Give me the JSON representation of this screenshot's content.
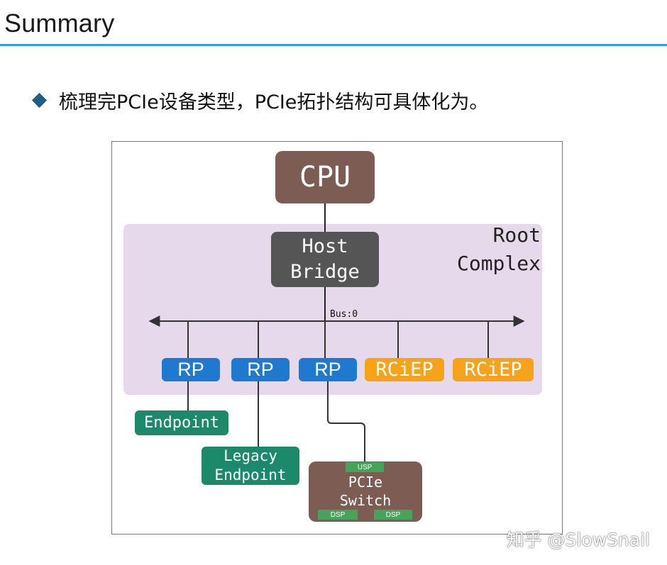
{
  "slide": {
    "title": "Summary",
    "bullet_text": "梳理完PCIe设备类型，PCIe拓扑结构可具体化为。"
  },
  "diagram": {
    "cpu": "CPU",
    "host_bridge": [
      "Host",
      "Bridge"
    ],
    "root_complex": [
      "Root",
      "Complex"
    ],
    "bus_label": "Bus:0",
    "rp_labels": [
      "RP",
      "RP",
      "RP"
    ],
    "rciep_labels": [
      "RCiEP",
      "RCiEP"
    ],
    "endpoint": "Endpoint",
    "legacy_endpoint": [
      "Legacy",
      "Endpoint"
    ],
    "pcie_switch": [
      "PCIe",
      "Switch"
    ],
    "switch_ports": {
      "usp": "USP",
      "dsp_left": "DSP",
      "dsp_right": "DSP"
    }
  },
  "watermark": "知乎 @SlowSnail",
  "colors": {
    "title_rule": "#2a9fd8",
    "bullet": "#1f5f86",
    "root_complex_bg": "#e7d9ec",
    "cpu_bg": "#7d5d53",
    "host_bridge_bg": "#555555",
    "rp_bg": "#1f79cf",
    "rciep_bg": "#f7a21b",
    "endpoint_bg": "#1c8a6a",
    "switch_bg": "#7d5d53",
    "port_bg": "#47a35a"
  }
}
